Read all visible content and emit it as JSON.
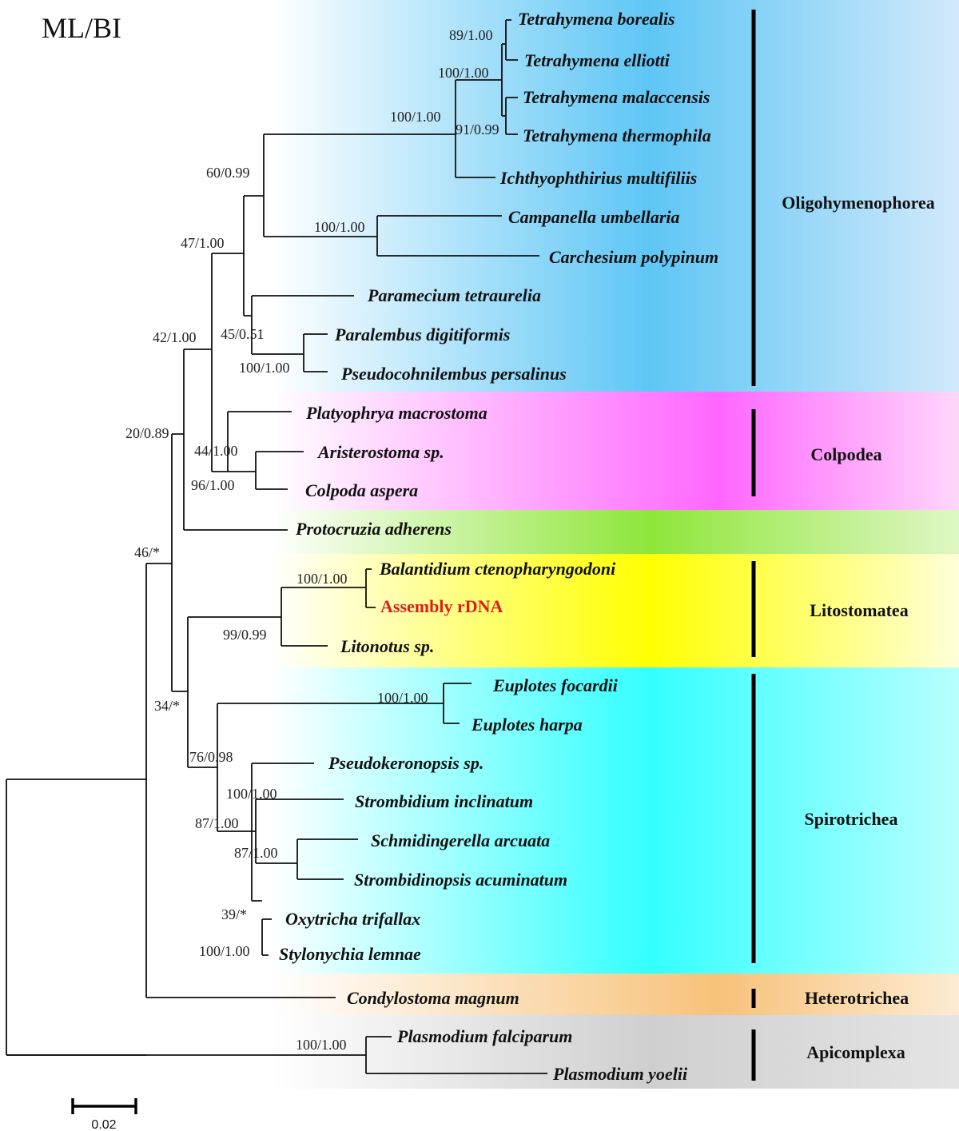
{
  "title": "ML/BI",
  "scale": {
    "label": "0.02",
    "value": 0.02
  },
  "colors": {
    "oligohymenophorea": "#5ec6f5",
    "colpodea": "#ff66ff",
    "protocruzia": "#8ee63a",
    "litostomatea": "#ffff00",
    "spirotrichea": "#33ffff",
    "heterotrichea": "#f7c27a",
    "apicomplexa": "#cfcfcf",
    "highlight_text": "#e01b1b"
  },
  "taxa": {
    "t_borealis": "Tetrahymena borealis",
    "t_elliotti": "Tetrahymena elliotti",
    "t_malaccensis": "Tetrahymena malaccensis",
    "t_thermophila": "Tetrahymena thermophila",
    "ichthyophthirius": "Ichthyophthirius multifiliis",
    "campanella": "Campanella umbellaria",
    "carchesium": "Carchesium polypinum",
    "paramecium": "Paramecium tetraurelia",
    "paralembus": "Paralembus digitiformis",
    "pseudocohnilembus": "Pseudocohnilembus persalinus",
    "platyophrya": "Platyophrya macrostoma",
    "aristerostoma": "Aristerostoma sp.",
    "colpoda": "Colpoda aspera",
    "protocruzia": "Protocruzia adherens",
    "balantidium": "Balantidium ctenopharyngodoni",
    "assembly": "Assembly rDNA",
    "litonotus": "Litonotus sp.",
    "euplotes_focardii": "Euplotes focardii",
    "euplotes_harpa": "Euplotes harpa",
    "pseudokeronopsis": "Pseudokeronopsis sp.",
    "strombidium": "Strombidium inclinatum",
    "schmidingerella": "Schmidingerella arcuata",
    "strombidinopsis": "Strombidinopsis acuminatum",
    "oxytricha": "Oxytricha trifallax",
    "stylonychia": "Stylonychia lemnae",
    "condylostoma": "Condylostoma magnum",
    "p_falciparum": "Plasmodium falciparum",
    "p_yoelii": "Plasmodium yoelii"
  },
  "support": {
    "s1": "89/1.00",
    "s2": "100/1.00",
    "s3": "91/0.99",
    "s4": "100/1.00",
    "s5": "60/0.99",
    "s6": "100/1.00",
    "s7": "47/1.00",
    "s8": "45/0.51",
    "s9": "100/1.00",
    "s10": "42/1.00",
    "s11": "20/0.89",
    "s12": "44/1.00",
    "s13": "96/1.00",
    "s14": "46/*",
    "s15": "100/1.00",
    "s16": "99/0.99",
    "s17": "34/*",
    "s18": "100/1.00",
    "s19": "76/0.98",
    "s20": "100/1.00",
    "s21": "87/1.00",
    "s22": "87/1.00",
    "s23": "39/*",
    "s24": "100/1.00",
    "s25": "100/1.00"
  },
  "groups": {
    "oligohymenophorea": "Oligohymenophorea",
    "colpodea": "Colpodea",
    "litostomatea": "Litostomatea",
    "spirotrichea": "Spirotrichea",
    "heterotrichea": "Heterotrichea",
    "apicomplexa": "Apicomplexa"
  }
}
